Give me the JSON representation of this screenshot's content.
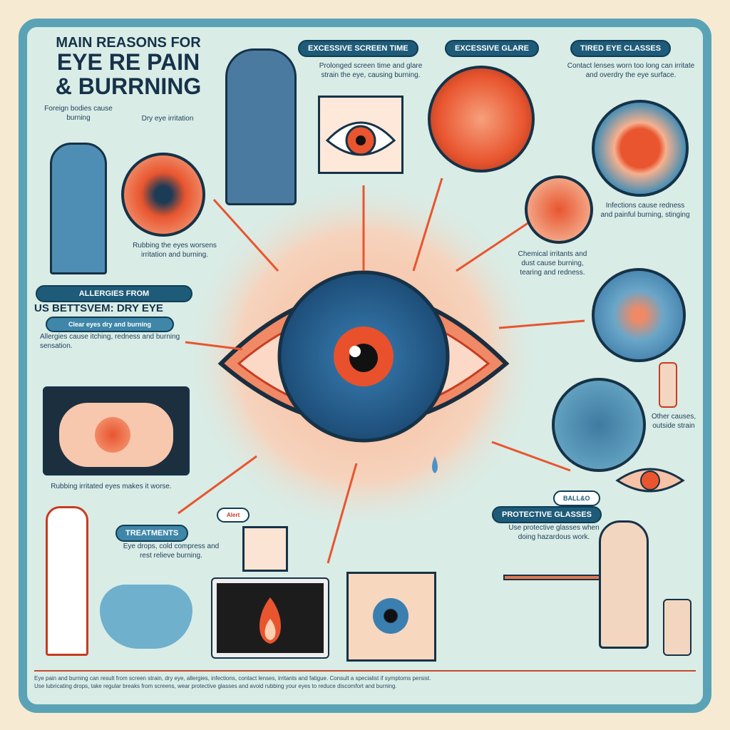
{
  "title": {
    "line1": "MAIN REASONS FOR",
    "line2": "EYE RE PAIN",
    "line3": "& BURRNING"
  },
  "sections": {
    "screen": {
      "heading": "EXCESSIVE SCREEN TIME",
      "body": "Prolonged screen time and glare strain the eye, causing burning."
    },
    "lights": {
      "heading": "EXCESSIVE GLARE",
      "body": ""
    },
    "lenses": {
      "heading": "TIRED EYE CLASSES",
      "body": "Contact lenses worn too long can irritate and overdry the eye surface."
    },
    "allergy": {
      "heading": "ALLERGIES FROM",
      "subheading": "US BETTSVEM: DRY EYE",
      "pill": "Clear eyes dry and burning",
      "body": "Allergies cause itching, redness and burning sensation."
    },
    "left_notes": {
      "a": "Foreign bodies cause burning",
      "b": "Dry eye irritation",
      "c": "Rubbing the eyes worsens irritation and burning."
    },
    "right_notes": {
      "a": "Infections cause redness and painful burning, stinging",
      "b": "Chemical irritants and dust cause burning, tearing and redness.",
      "c": "Other causes, outside strain"
    },
    "lower_left": {
      "body": "Rubbing irritated eyes makes it worse."
    },
    "treatments": {
      "heading": "TREATMENTS",
      "tag": "Alert",
      "body": "Eye drops, cold compress and rest relieve burning."
    },
    "protective": {
      "tag": "BALL&O",
      "heading": "PROTECTIVE GLASSES",
      "body": "Use protective glasses when doing hazardous work."
    }
  },
  "footer": {
    "line1": "Eye pain and burning can result from screen strain, dry eye, allergies, infections, contact lenses, irritants and fatigue. Consult a specialist if symptoms persist.",
    "line2": "Use lubricating drops, take regular breaks from screens, wear protective glasses and avoid rubbing your eyes to reduce discomfort and burning."
  },
  "colors": {
    "accent": "#f0643c",
    "navy": "#1e5b78",
    "frame": "#5aa3b6",
    "iris": "#3a7fb0"
  }
}
